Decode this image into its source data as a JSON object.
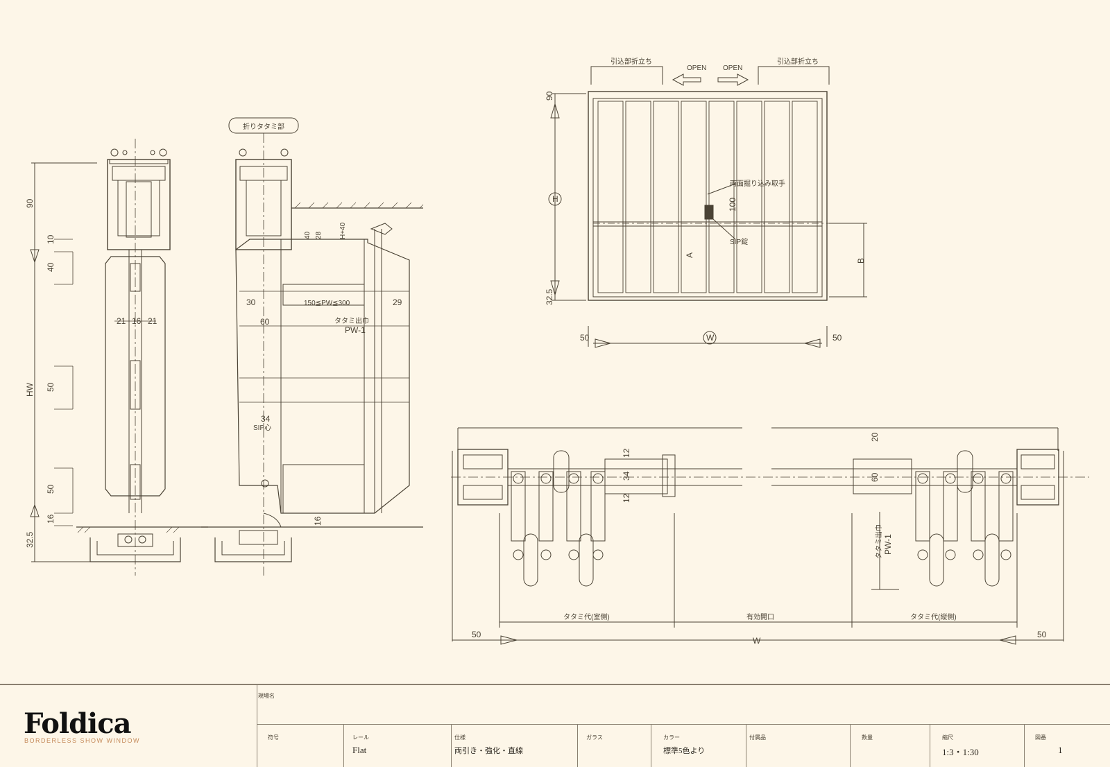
{
  "drawing": {
    "folding_part_label": "折りタタミ部",
    "open_left": "OPEN",
    "open_right": "OPEN",
    "open_space_left": "引込部折立ち",
    "open_space_right": "引込部折立ち",
    "handle_label": "両面掘り込み取手",
    "hinge_label": "SIP錠",
    "mark_h": "H",
    "mark_w": "W",
    "mark_a": "A",
    "mark_b": "B",
    "dims": {
      "d90": "90",
      "d10": "10",
      "d40": "40",
      "d50a": "50",
      "d50b": "50",
      "d16": "16",
      "d325": "32.5",
      "d21a": "21",
      "d16b": "16",
      "d21b": "21",
      "hw": "HW",
      "d30": "30",
      "range": "150≦PW≦300",
      "d29": "29",
      "d60": "60",
      "pw": "PW-1",
      "tatami": "タタミ出巾",
      "d34": "34",
      "sip": "SIP心",
      "d16c": "16",
      "d28": "28",
      "d40b": "40",
      "dh": "H+40",
      "plan_90": "90",
      "plan_100": "100",
      "plan_325": "32.5",
      "plan_50l": "50",
      "plan_50r": "50",
      "sec_20": "20",
      "sec_60": "60",
      "sec_12": "12",
      "sec_34": "34",
      "sec_12b": "12",
      "sec_pw": "PW-1",
      "sec_tatami": "タタミ出巾",
      "sec_tatami_l": "タタミ代(室側)",
      "sec_eff": "有効開口",
      "sec_tatami_r": "タタミ代(縦側)",
      "sec_50l": "50",
      "sec_50r": "50",
      "sec_w": "W"
    }
  },
  "titleblock": {
    "brand": "Foldica",
    "tagline": "BORDERLESS SHOW WINDOW",
    "project_label": "現場名",
    "symbol_label": "符号",
    "rail_label": "レール",
    "rail_value": "Flat",
    "spec_label": "仕様",
    "spec_value": "両引き・強化・直線",
    "glass_label": "ガラス",
    "color_label": "カラー",
    "color_value": "標準5色より",
    "accessory_label": "付属品",
    "qty_label": "数量",
    "scale_label": "縮尺",
    "scale_value": "1:3・1:30",
    "page_label": "図番",
    "page_value": "1"
  }
}
